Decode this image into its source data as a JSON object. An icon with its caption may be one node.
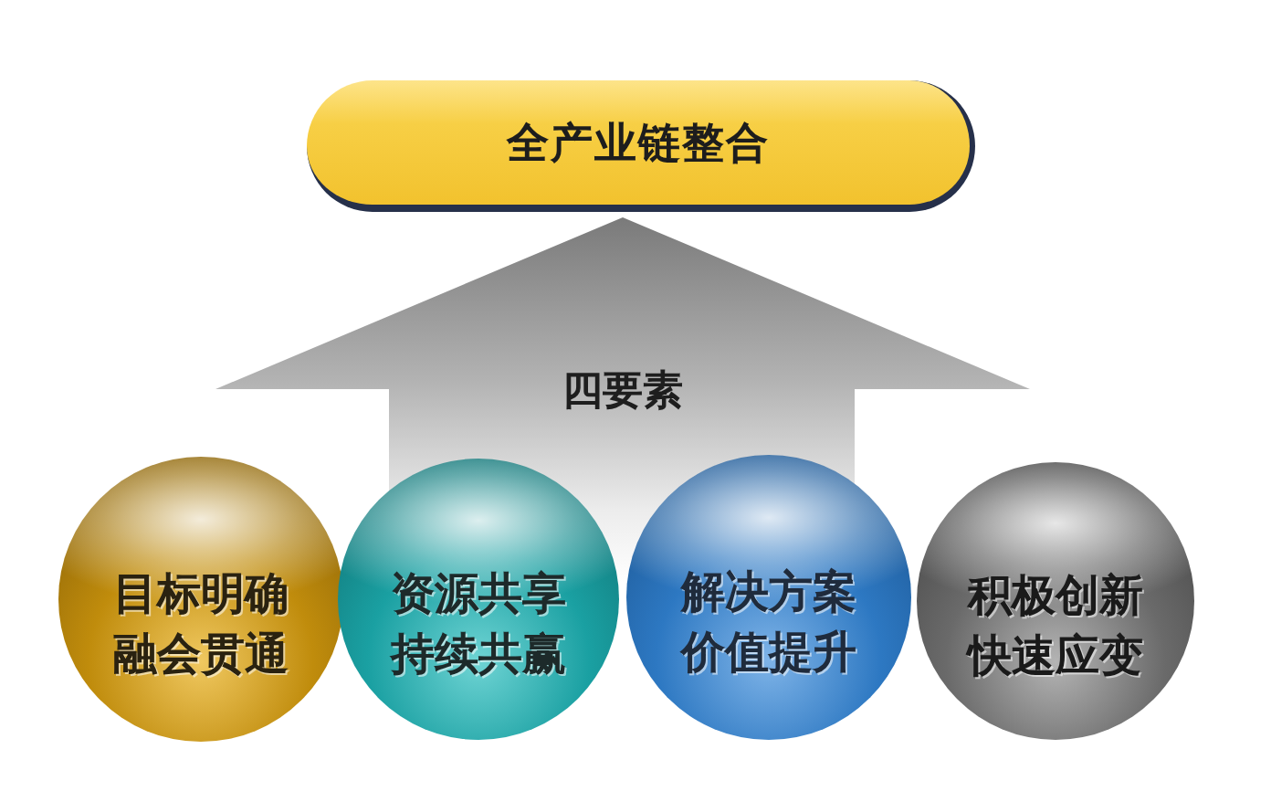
{
  "diagram": {
    "nodes": [
      {
        "text": [
          "全产业链整合"
        ]
      },
      {
        "text": [
          "四要素"
        ]
      },
      {
        "text": [
          "目标明确",
          "融会贯通"
        ]
      },
      {
        "text": [
          "资源共享",
          "持续共赢"
        ]
      },
      {
        "text": [
          "解决方案",
          "价值提升"
        ]
      },
      {
        "text": [
          "积极创新",
          "快速应变"
        ]
      }
    ]
  }
}
